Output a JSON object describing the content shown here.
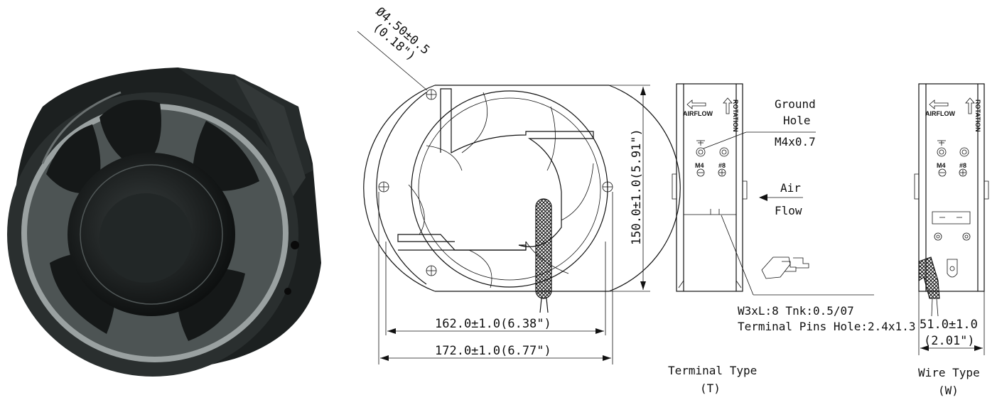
{
  "front_view": {
    "hole_dim_mm": "Ø4.50±0.5",
    "hole_dim_in": "(0.18\")",
    "height_dim": "150.0±1.0(5.91\")",
    "inner_width_dim": "162.0±1.0(6.38\")",
    "outer_width_dim": "172.0±1.0(6.77\")"
  },
  "terminal_view": {
    "airflow_text": "AIRFLOW",
    "rotation_text": "ROTATION",
    "ground_hole_line1": "Ground",
    "ground_hole_line2": "Hole",
    "ground_hole_spec": "M4x0.7",
    "m4_label": "M4",
    "screw_label": "#8",
    "air_flow_line1": "Air",
    "air_flow_line2": "Flow",
    "pin_spec_line1": "W3xL:8 Tnk:0.5/07",
    "pin_spec_line2": "Terminal Pins Hole:2.4x1.3",
    "caption_line1": "Terminal Type",
    "caption_line2": "(T)"
  },
  "wire_view": {
    "airflow_text": "AIRFLOW",
    "rotation_text": "ROTATION",
    "m4_label": "M4",
    "screw_label": "#8",
    "depth_dim_mm": "51.0±1.0",
    "depth_dim_in": "(2.01\")",
    "caption_line1": "Wire Type",
    "caption_line2": "(W)"
  }
}
